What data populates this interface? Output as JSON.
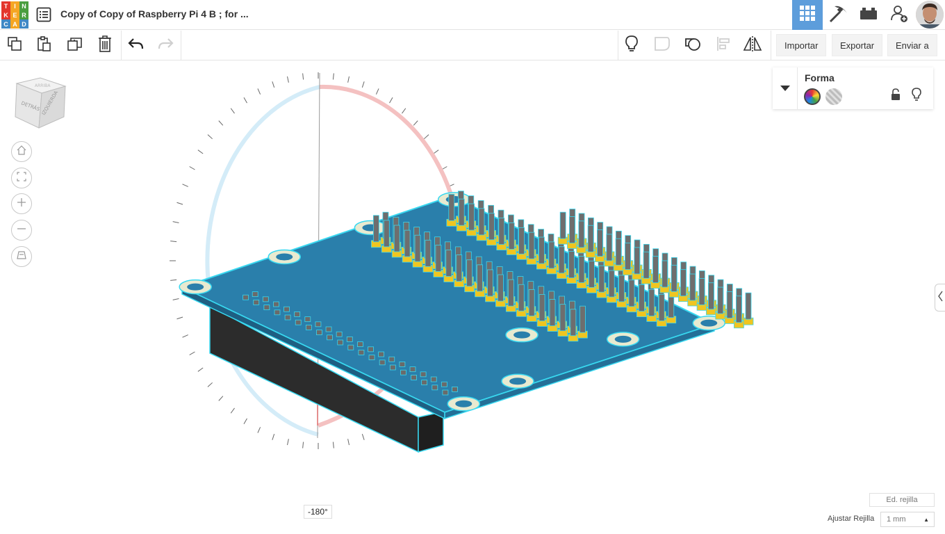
{
  "app": {
    "logo_letters": [
      "T",
      "I",
      "N",
      "K",
      "E",
      "R",
      "C",
      "A",
      "D"
    ],
    "logo_colors": [
      "#e3362c",
      "#f5a623",
      "#4a9e3f",
      "#e3362c",
      "#f5a623",
      "#4a9e3f",
      "#3f88c5",
      "#f5a623",
      "#3f88c5"
    ],
    "document_title": "Copy of Copy of Raspberry Pi 4 B ; for ..."
  },
  "topbar": {
    "buttons": [
      {
        "name": "3d-view-icon",
        "active": true
      },
      {
        "name": "pickaxe-icon",
        "active": false
      },
      {
        "name": "bricks-icon",
        "active": false
      },
      {
        "name": "add-user-icon",
        "active": false
      }
    ],
    "accent": "#5d9ddb"
  },
  "toolbar": {
    "icons": [
      "copy-icon",
      "paste-icon",
      "duplicate-icon",
      "trash-icon",
      "undo-icon",
      "redo-icon",
      "light-icon",
      "group-icon",
      "ungroup-icon",
      "align-icon",
      "mirror-icon"
    ],
    "import_label": "Importar",
    "export_label": "Exportar",
    "send_label": "Enviar a"
  },
  "viewcube": {
    "back_label": "DETRÁS",
    "left_label": "IZQUIERDA",
    "top_label": "ARRIBA"
  },
  "shape_panel": {
    "title": "Forma",
    "solid_label": "solid",
    "hole_label": "hole"
  },
  "scene": {
    "board_color": "#2a7fab",
    "outline_color": "#38d8f0",
    "header_color": "#f0c520",
    "rotation_angle": "-180°"
  },
  "grid": {
    "edit_label": "Ed. rejilla",
    "snap_label": "Ajustar Rejilla",
    "snap_value": "1 mm"
  }
}
